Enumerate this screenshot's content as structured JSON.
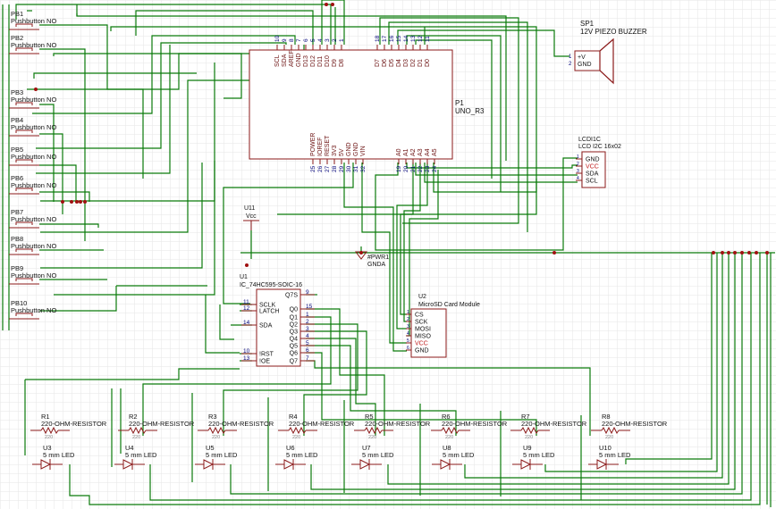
{
  "pushbuttons": [
    {
      "ref": "PB1",
      "value": "Pushbutton NO"
    },
    {
      "ref": "PB2",
      "value": "Pushbutton NO"
    },
    {
      "ref": "PB3",
      "value": "Pushbutton NO"
    },
    {
      "ref": "PB4",
      "value": "Pushbutton NO"
    },
    {
      "ref": "PB5",
      "value": "Pushbutton NO"
    },
    {
      "ref": "PB6",
      "value": "Pushbutton NO"
    },
    {
      "ref": "PB7",
      "value": "Pushbutton NO"
    },
    {
      "ref": "PB8",
      "value": "Pushbutton NO"
    },
    {
      "ref": "PB9",
      "value": "Pushbutton NO"
    },
    {
      "ref": "PB10",
      "value": "Pushbutton NO"
    }
  ],
  "arduino": {
    "ref": "P1",
    "value": "UNO_R3",
    "top_pins": [
      "SCL",
      "SDA",
      "AREF",
      "GND",
      "D13",
      "D12",
      "D11",
      "D10",
      "D9",
      "D8",
      "D7",
      "D6",
      "D5",
      "D4",
      "D3",
      "D2",
      "D1",
      "D0"
    ],
    "top_numbers": [
      "10",
      "9",
      "8",
      "7",
      "6",
      "5",
      "4",
      "3",
      "2",
      "1",
      "18",
      "17",
      "16",
      "15",
      "14",
      "13",
      "12",
      "11"
    ],
    "bottom_pins": [
      "POWER",
      "IOREF",
      "RESET",
      "3V3",
      "5V",
      "GND",
      "GND",
      "VIN",
      "A0",
      "A1",
      "A2",
      "A3",
      "A4",
      "A5"
    ],
    "bottom_numbers": [
      "25",
      "26",
      "27",
      "28",
      "29",
      "30",
      "31",
      "32",
      "19",
      "20",
      "21",
      "22",
      "23",
      "24"
    ]
  },
  "buzzer": {
    "ref": "SP1",
    "value": "12V PIEZO BUZZER",
    "pins": [
      "+V",
      "GND"
    ],
    "numbers": [
      "1",
      "2"
    ]
  },
  "lcd": {
    "ref": "LCDI1C",
    "value": "LCD I2C 16x02",
    "pins": [
      "GND",
      "VCC",
      "SDA",
      "SCL"
    ],
    "numbers": [
      "1",
      "2",
      "3",
      "4"
    ]
  },
  "vcc": {
    "ref": "U11",
    "value": "Vcc"
  },
  "pwr": {
    "ref": "#PWR1",
    "value": "GNDA"
  },
  "shift_register": {
    "ref": "U1",
    "value": "IC_74HC595-SOIC-16",
    "left_pins": [
      "SCLK",
      "LATCH",
      "SDA",
      "!RST",
      "!OE"
    ],
    "left_numbers": [
      "11",
      "12",
      "14",
      "10",
      "13"
    ],
    "right_pins": [
      "Q7S",
      "Q0",
      "Q1",
      "Q2",
      "Q3",
      "Q4",
      "Q5",
      "Q6",
      "Q7"
    ],
    "right_numbers": [
      "9",
      "15",
      "1",
      "2",
      "3",
      "4",
      "5",
      "6",
      "7"
    ]
  },
  "sdcard": {
    "ref": "U2",
    "value": "MicroSD Card Module",
    "pins": [
      "CS",
      "SCK",
      "MOSI",
      "MISO",
      "VCC",
      "GND"
    ],
    "numbers": [
      "1",
      "2",
      "3",
      "4",
      "5",
      "6"
    ]
  },
  "resistors": [
    {
      "ref": "R1",
      "value": "220-OHM-RESISTOR",
      "code": "220"
    },
    {
      "ref": "R2",
      "value": "220-OHM-RESISTOR",
      "code": "220"
    },
    {
      "ref": "R3",
      "value": "220-OHM-RESISTOR",
      "code": "220"
    },
    {
      "ref": "R4",
      "value": "220-OHM-RESISTOR",
      "code": "220"
    },
    {
      "ref": "R5",
      "value": "220-OHM-RESISTOR",
      "code": "220"
    },
    {
      "ref": "R6",
      "value": "220-OHM-RESISTOR",
      "code": "220"
    },
    {
      "ref": "R7",
      "value": "220-OHM-RESISTOR",
      "code": "220"
    },
    {
      "ref": "R8",
      "value": "220-OHM-RESISTOR",
      "code": "220"
    }
  ],
  "leds": [
    {
      "ref": "U3",
      "value": "5 mm LED"
    },
    {
      "ref": "U4",
      "value": "5 mm LED"
    },
    {
      "ref": "U5",
      "value": "5 mm LED"
    },
    {
      "ref": "U6",
      "value": "5 mm LED"
    },
    {
      "ref": "U7",
      "value": "5 mm LED"
    },
    {
      "ref": "U8",
      "value": "5 mm LED"
    },
    {
      "ref": "U9",
      "value": "5 mm LED"
    },
    {
      "ref": "U10",
      "value": "5 mm LED"
    }
  ],
  "colors": {
    "grid": "#e6e6e6",
    "wire": "#0a7a0a",
    "component": "#8b1a1a",
    "label": "#00007a",
    "text": "#111111",
    "pin_text": "#6b1010",
    "junction": "#a01010"
  }
}
